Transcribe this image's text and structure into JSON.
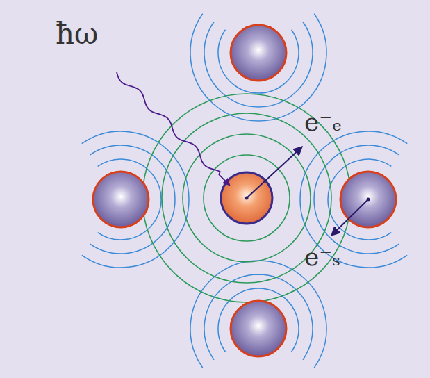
{
  "diagram": {
    "labels": [
      "ħω",
      "e⁻ₑ",
      "e⁻ₛ"
    ]
  }
}
